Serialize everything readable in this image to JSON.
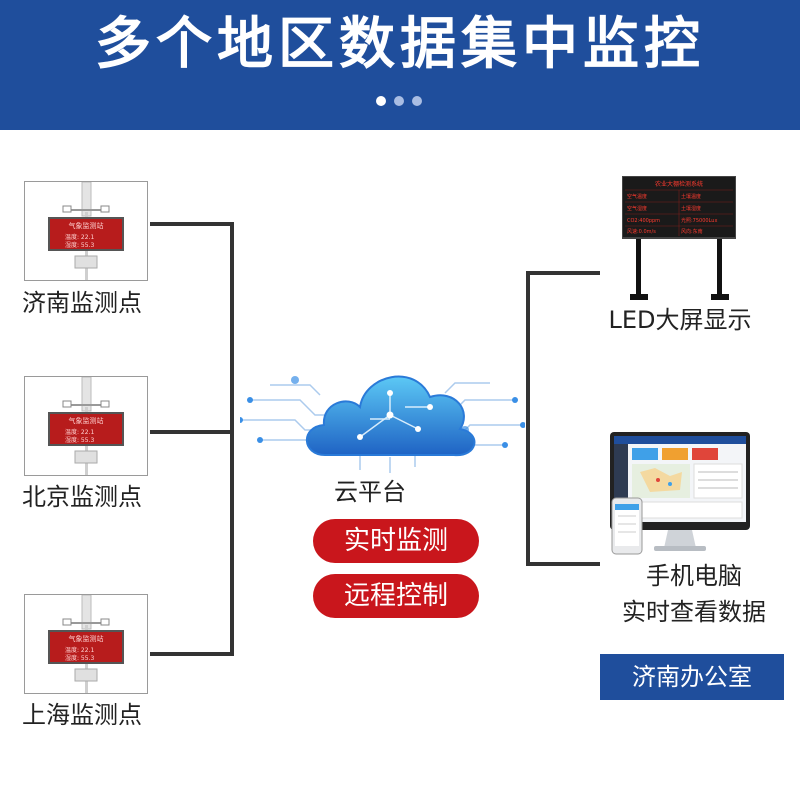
{
  "header": {
    "title": "多个地区数据集中监控",
    "background": "#1f4e9c",
    "pagination": {
      "total": 3,
      "active": 1,
      "active_color": "#ffffff",
      "inactive_color": "#a9bde3"
    }
  },
  "stations": [
    {
      "label": "济南监测点"
    },
    {
      "label": "北京监测点"
    },
    {
      "label": "上海监测点"
    }
  ],
  "center": {
    "cloud_label": "云平台",
    "features": [
      "实时监测",
      "远程控制"
    ],
    "feature_color": "#c9161c",
    "icon": "cloud-icon"
  },
  "outputs": {
    "led": {
      "label": "LED大屏显示",
      "board_title": "农业大棚检测系统",
      "board_cells": [
        "空气温度",
        "土壤温度",
        "空气湿度",
        "土壤湿度",
        "CO2:400ppm",
        "光照:75000Lux",
        "风速:0.0m/s",
        "风向:东南"
      ]
    },
    "computer": {
      "lines": [
        "手机电脑",
        "实时查看数据"
      ]
    }
  },
  "office": {
    "label": "济南办公室"
  },
  "colors": {
    "connector": "#333333",
    "border": "#9a9a9a"
  }
}
